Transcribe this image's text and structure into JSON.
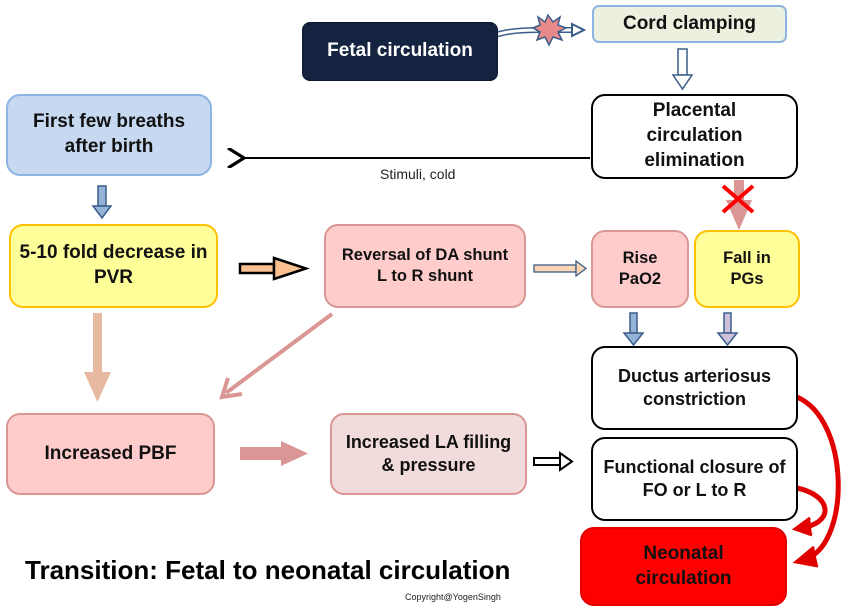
{
  "diagram": {
    "title": "Transition: Fetal to neonatal circulation",
    "copyright": "Copyright@YogenSingh",
    "arrow_label_stimuli": "Stimuli, cold",
    "nodes": {
      "fetal": "Fetal circulation",
      "cord": "Cord clamping",
      "placental": "Placental circulation elimination",
      "breaths": "First few breaths after birth",
      "pvr": "5-10 fold decrease in PVR",
      "reversal": "Reversal of DA shunt L to R shunt",
      "pao2": "Rise PaO2",
      "pgs": "Fall in PGs",
      "ductus": "Ductus arteriosus constriction",
      "pbf": "Increased PBF",
      "la": "Increased LA filling & pressure",
      "fo": "Functional closure of FO or L to R",
      "neonatal": "Neonatal circulation"
    },
    "colors": {
      "fetal_fill": "#14233f",
      "cord_fill": "#ebf1de",
      "blue_fill": "#c6d9f1",
      "yellow_fill": "#ffff99",
      "yellow_border": "#ffc000",
      "pink_fill": "#ffcccc",
      "pink_border": "#d99694",
      "neonatal_fill": "#ff0000",
      "red_arrow": "#e00000"
    }
  }
}
